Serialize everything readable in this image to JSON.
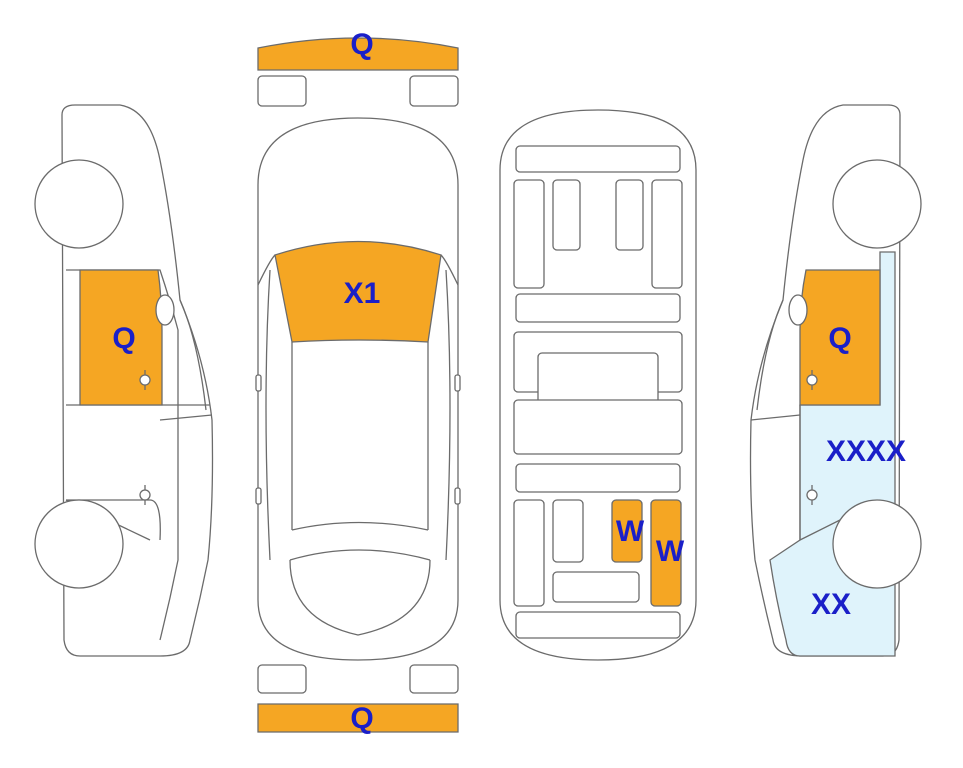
{
  "colors": {
    "damage_orange": "#f5a623",
    "damage_light_blue": "#dff3fb",
    "label_blue": "#1a1fc8",
    "outline": "#6b6b6b"
  },
  "labels": {
    "front_bumper": "Q",
    "rear_bumper": "Q",
    "roof_windshield": "X1",
    "left_front_door": "Q",
    "right_front_door": "Q",
    "right_rear_door": "XXXX",
    "right_rear_quarter": "XX",
    "floor_left": "W",
    "floor_right": "W"
  }
}
